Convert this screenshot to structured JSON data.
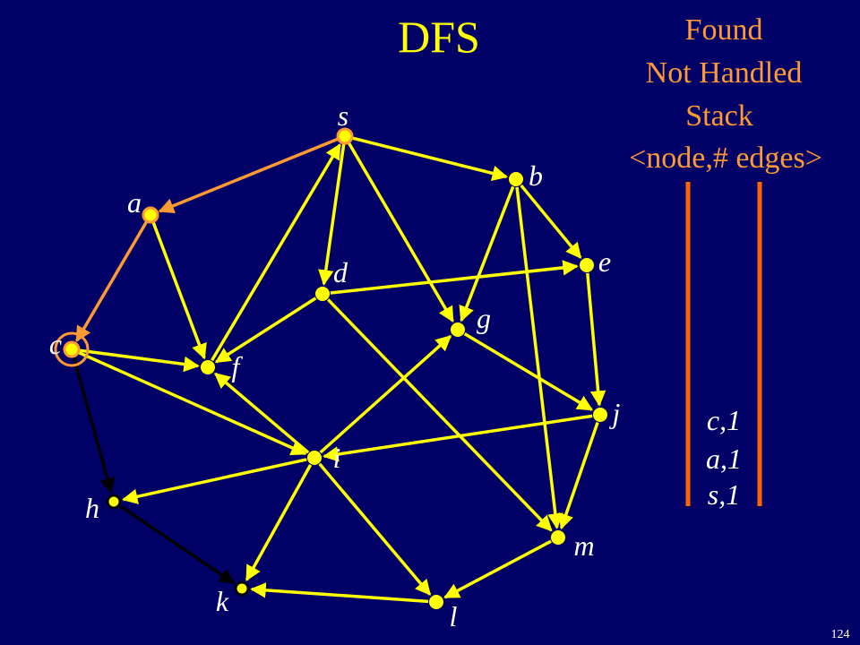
{
  "slide": {
    "title": "DFS",
    "page_number": "124",
    "legend": {
      "found": "Found",
      "not_handled": "Not Handled",
      "stack": "Stack",
      "format": "<node,# edges>"
    },
    "stack_entries": [
      "c,1",
      "a,1",
      "s,1"
    ]
  },
  "colors": {
    "background": "#000066",
    "title": "#ffff00",
    "legend": "#ff9933",
    "edge_unvisited": "#ffff00",
    "edge_tree": "#ff9933",
    "edge_black": "#000000",
    "node_default": "#ffff00",
    "node_found": "#ff9933",
    "label": "#ffffff",
    "stack_bar": "#ff6600"
  },
  "graph": {
    "nodes": [
      {
        "id": "s",
        "label": "s",
        "state": "found"
      },
      {
        "id": "a",
        "label": "a",
        "state": "found"
      },
      {
        "id": "b",
        "label": "b",
        "state": "default"
      },
      {
        "id": "c",
        "label": "c",
        "state": "current"
      },
      {
        "id": "d",
        "label": "d",
        "state": "default"
      },
      {
        "id": "e",
        "label": "e",
        "state": "default"
      },
      {
        "id": "f",
        "label": "f",
        "state": "default"
      },
      {
        "id": "g",
        "label": "g",
        "state": "default"
      },
      {
        "id": "h",
        "label": "h",
        "state": "black-ring"
      },
      {
        "id": "i",
        "label": "i",
        "state": "default"
      },
      {
        "id": "j",
        "label": "j",
        "state": "default"
      },
      {
        "id": "k",
        "label": "k",
        "state": "black-ring"
      },
      {
        "id": "l",
        "label": "l",
        "state": "default"
      },
      {
        "id": "m",
        "label": "m",
        "state": "default"
      }
    ],
    "edges": [
      {
        "from": "s",
        "to": "a",
        "kind": "tree"
      },
      {
        "from": "a",
        "to": "c",
        "kind": "tree"
      },
      {
        "from": "s",
        "to": "b",
        "kind": "unvisited"
      },
      {
        "from": "s",
        "to": "d",
        "kind": "unvisited"
      },
      {
        "from": "s",
        "to": "g",
        "kind": "unvisited"
      },
      {
        "from": "f",
        "to": "s",
        "kind": "unvisited"
      },
      {
        "from": "a",
        "to": "f",
        "kind": "unvisited"
      },
      {
        "from": "b",
        "to": "e",
        "kind": "unvisited"
      },
      {
        "from": "b",
        "to": "g",
        "kind": "unvisited"
      },
      {
        "from": "b",
        "to": "m",
        "kind": "unvisited"
      },
      {
        "from": "d",
        "to": "e",
        "kind": "unvisited"
      },
      {
        "from": "d",
        "to": "f",
        "kind": "unvisited"
      },
      {
        "from": "d",
        "to": "m",
        "kind": "unvisited"
      },
      {
        "from": "e",
        "to": "j",
        "kind": "unvisited"
      },
      {
        "from": "g",
        "to": "j",
        "kind": "unvisited"
      },
      {
        "from": "c",
        "to": "f",
        "kind": "unvisited"
      },
      {
        "from": "c",
        "to": "i",
        "kind": "unvisited"
      },
      {
        "from": "c",
        "to": "h",
        "kind": "black"
      },
      {
        "from": "i",
        "to": "f",
        "kind": "unvisited"
      },
      {
        "from": "i",
        "to": "g",
        "kind": "unvisited"
      },
      {
        "from": "i",
        "to": "h",
        "kind": "unvisited"
      },
      {
        "from": "i",
        "to": "k",
        "kind": "unvisited"
      },
      {
        "from": "i",
        "to": "l",
        "kind": "unvisited"
      },
      {
        "from": "j",
        "to": "i",
        "kind": "unvisited"
      },
      {
        "from": "j",
        "to": "m",
        "kind": "unvisited"
      },
      {
        "from": "m",
        "to": "l",
        "kind": "unvisited"
      },
      {
        "from": "l",
        "to": "k",
        "kind": "unvisited"
      },
      {
        "from": "h",
        "to": "k",
        "kind": "black"
      }
    ]
  }
}
